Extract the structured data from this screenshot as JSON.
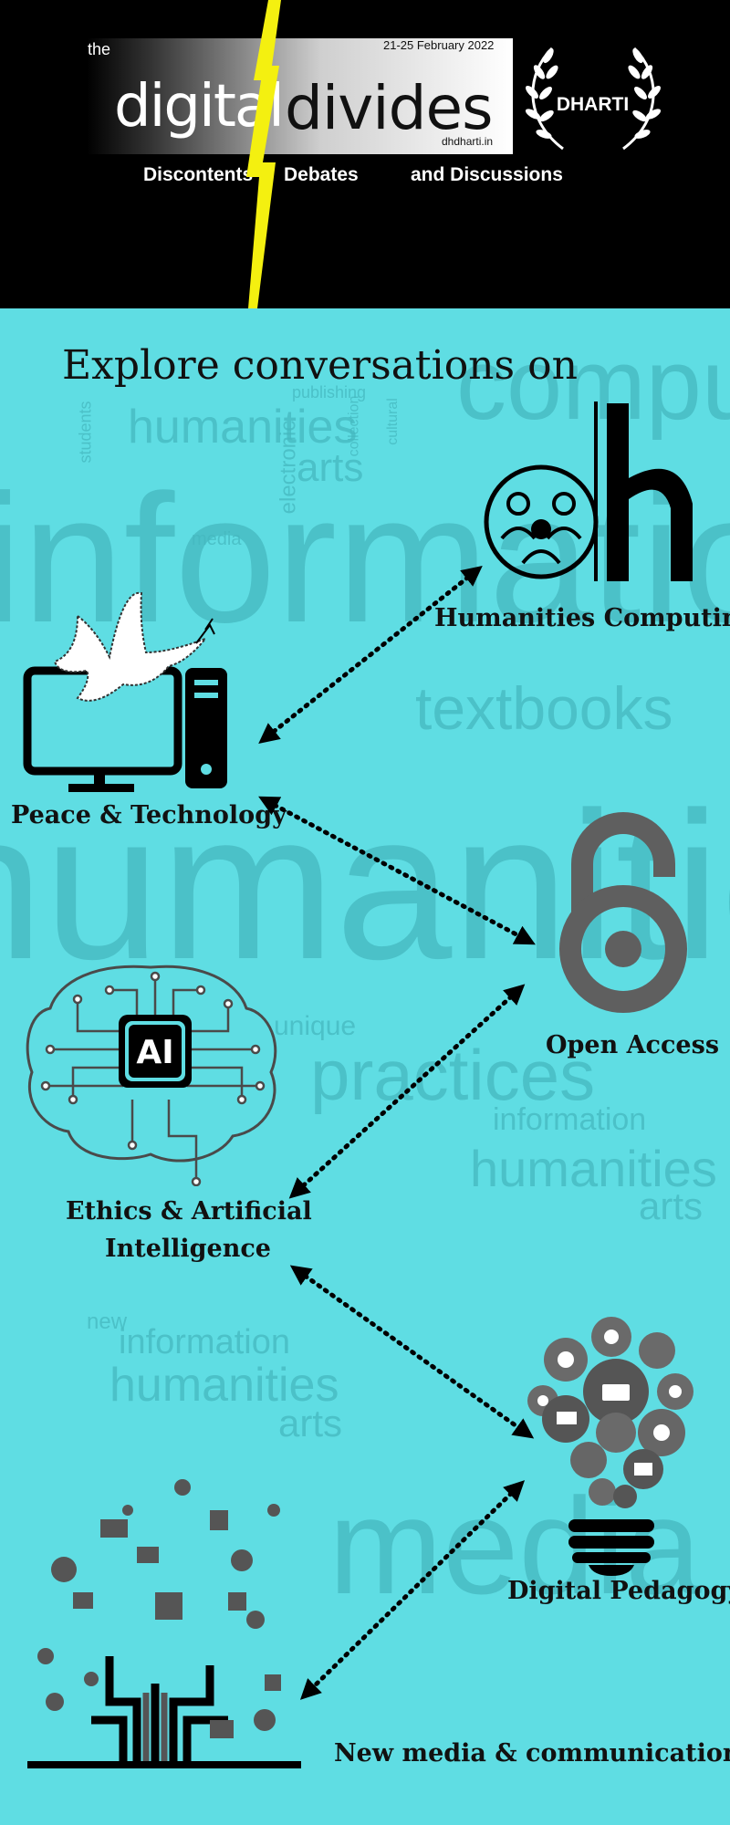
{
  "header": {
    "prefix": "the",
    "dates": "21-25 February 2022",
    "title_part1": "digital",
    "title_part2": "divides",
    "website": "dhdharti.in",
    "tagline_1": "Discontents",
    "tagline_2": "Debates",
    "tagline_3": "and Discussions",
    "org": "DHARTI",
    "bolt_color": "#f4f010"
  },
  "main": {
    "heading": "Explore conversations on",
    "topics": [
      {
        "label": "Humanities Computing",
        "icon": "dh-logo-icon"
      },
      {
        "label": "Peace & Technology",
        "icon": "dove-computer-icon"
      },
      {
        "label": "Open Access",
        "icon": "open-access-lock-icon"
      },
      {
        "label": "Ethics & Artificial",
        "label2": "Intelligence",
        "icon": "ai-brain-icon"
      },
      {
        "label": "Digital Pedagogy",
        "icon": "idea-bulb-icon"
      },
      {
        "label": "New media & communication",
        "icon": "media-tree-icon"
      }
    ]
  },
  "background_words": [
    "information",
    "humanities",
    "arts",
    "textbooks",
    "media",
    "compu",
    "practices",
    "publishing",
    "electronic",
    "collection",
    "cultural",
    "students",
    "new",
    "unique"
  ],
  "colors": {
    "background": "#5fdde3",
    "header": "#000000",
    "text": "#111111"
  }
}
